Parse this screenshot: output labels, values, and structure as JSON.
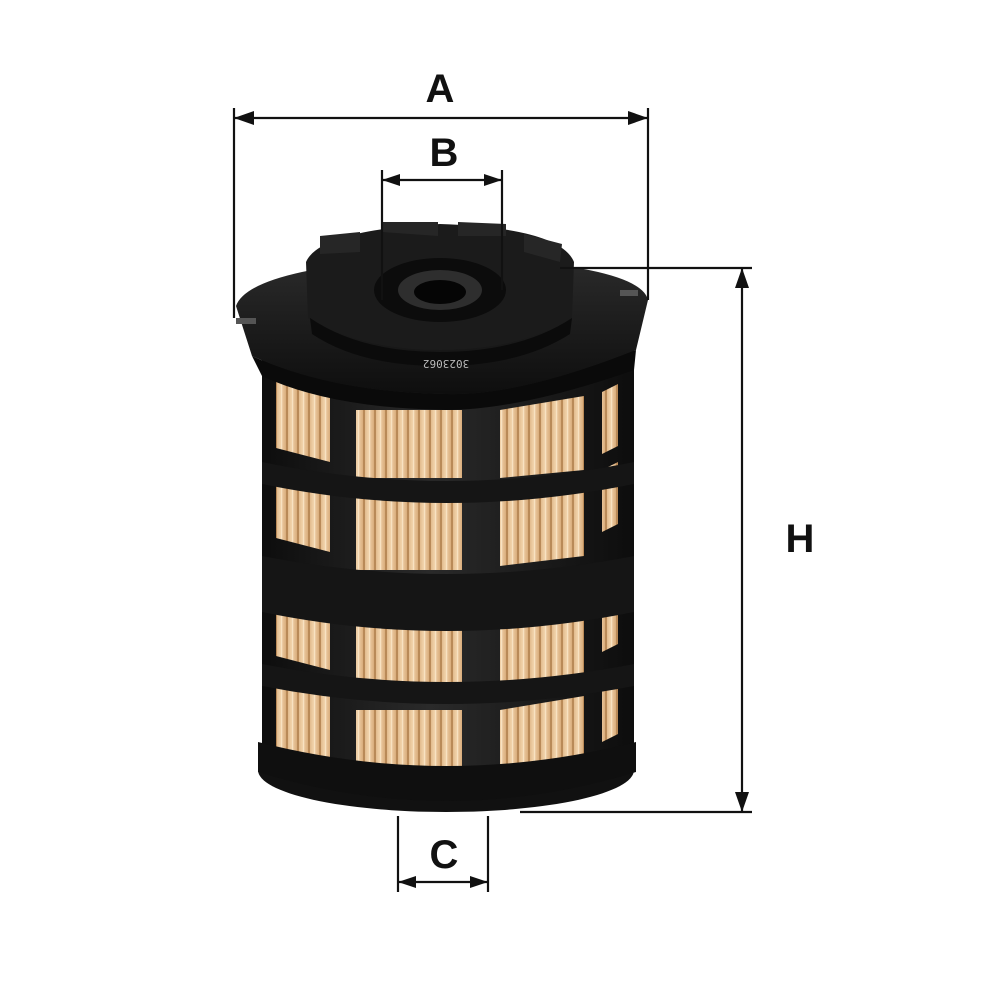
{
  "dimensions": {
    "a": "A",
    "b": "B",
    "c": "C",
    "h": "H"
  },
  "product": {
    "serial_marking": "3023062"
  },
  "colors": {
    "frame": "#1a1a1a",
    "media": "#e7c49a",
    "pleat": "#b88858"
  }
}
